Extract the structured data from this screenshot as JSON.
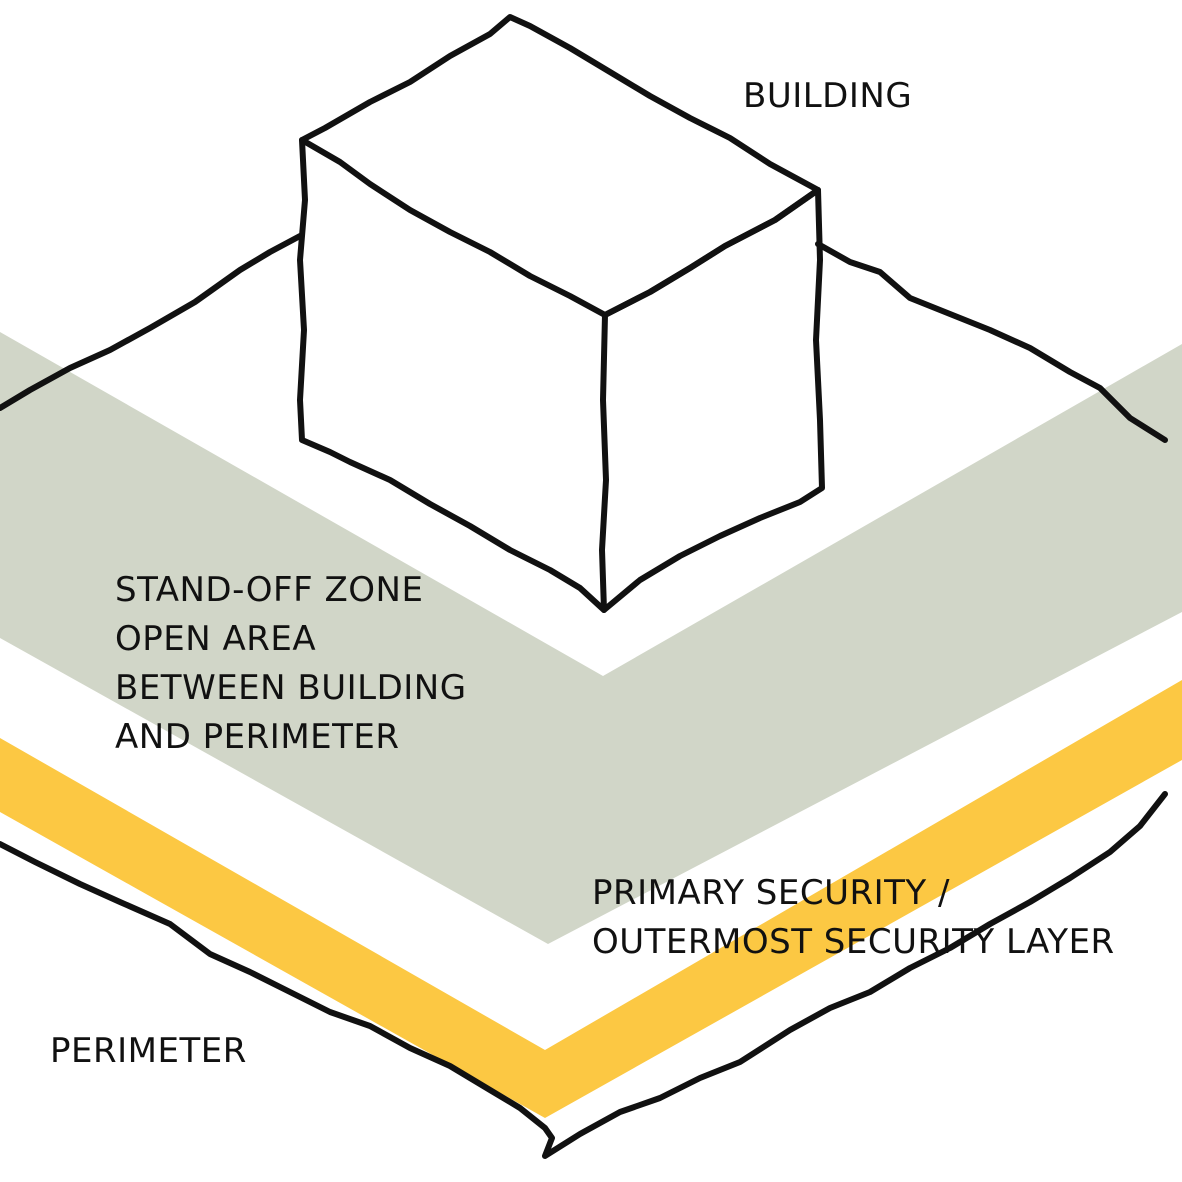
{
  "labels": {
    "building": "BUILDING",
    "standoff": [
      "STAND-OFF ZONE",
      "OPEN AREA",
      "BETWEEN BUILDING",
      "AND PERIMETER"
    ],
    "primary_security": [
      "PRIMARY SECURITY /",
      "OUTERMOST SECURITY LAYER"
    ],
    "perimeter": "PERIMETER"
  },
  "colors": {
    "standoff_zone": "#d1d6c8",
    "security_layer": "#fcc843",
    "outline": "#111111",
    "background": "#ffffff"
  }
}
